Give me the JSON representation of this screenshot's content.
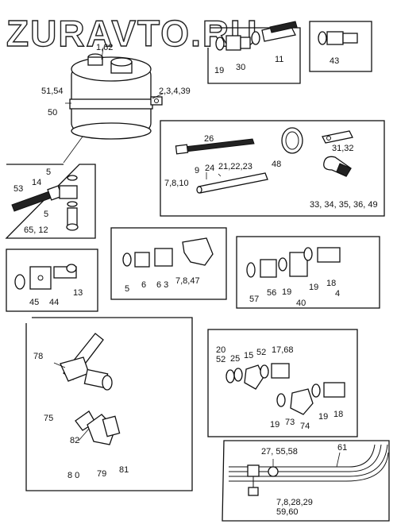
{
  "watermark": "ZURAVTO.RU",
  "labels": {
    "tank_top": "1,62",
    "tank_side": "51,54",
    "tank_band": "50",
    "tank_bracket": "2,3,4,39",
    "l19a": "19",
    "l30": "30",
    "l11": "11",
    "l43": "43",
    "l26": "26",
    "l48": "48",
    "l3132": "31,32",
    "l9": "9",
    "l24": "24",
    "l212223": "21,22,23",
    "l7810": "7,8,10",
    "l3336": "33, 34, 35, 36, 49",
    "l5a": "5",
    "l14": "14",
    "l53": "53",
    "l5b": "5",
    "l6512": "65, 12",
    "l5c": "5",
    "l6": "6",
    "l63": "6 3",
    "l7847": "7,8,47",
    "l57": "57",
    "l56": "56",
    "l19b": "19",
    "l40": "40",
    "l19c": "19",
    "l18a": "18",
    "l4": "4",
    "l45": "45",
    "l44": "44",
    "l13": "13",
    "l78": "78",
    "l75": "75",
    "l82": "82",
    "l80": "8 0",
    "l79": "79",
    "l81": "81",
    "l20": "20",
    "l52a": "52",
    "l25": "25",
    "l15": "15",
    "l52b": "52",
    "l1768": "17,68",
    "l19d": "19",
    "l73": "73",
    "l74": "74",
    "l19e": "19",
    "l18b": "18",
    "l275558": "27, 55,58",
    "l61": "61",
    "l782829": "7,8,28,29",
    "l5960": "59,60"
  }
}
